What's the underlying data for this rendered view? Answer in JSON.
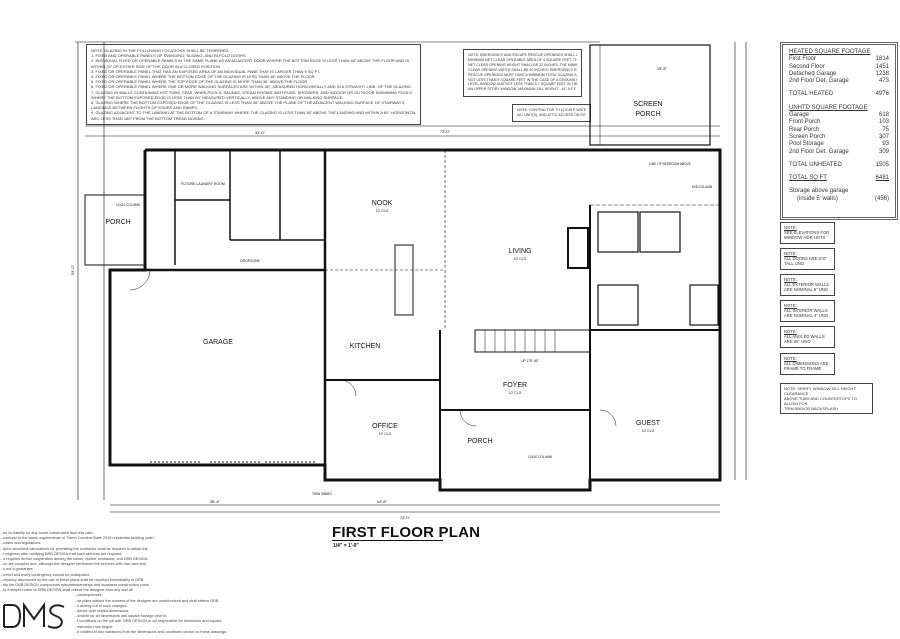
{
  "notes": {
    "glazing": [
      "NOTE: GLAZING IN THE FOLLOWING LOCATIONS SHALL BE TEMPERED:",
      "1.   FIXED AND OPERABLE PANELS OF SWINGING, SLIDING, AND BI-FOLD DOORS",
      "2.   INDIVIDUAL FIXED OR OPERABLE PANELS IN THE SAME PLANE AS AN ADJACENT DOOR WHERE THE BOTTOM EDGE IS LESS THAN 60\" ABOVE THE FLOOR AND IS",
      "      WITHIN 24\" OF EITHER SIDE OF THE DOOR IN A CLOSED POSITION",
      "3.   FIXED OR OPERABLE PANEL THAT HAS AN EXPOSED AREA OF AN INDIVIDUAL PANE THAT IS LARGER THAN 9 SQ FT.",
      "4.   FIXED OR OPERABLE PANEL WHERE THE BOTTOM EDGE OF THE GLAZING IS LESS THAN 18\" ABOVE THE FLOOR.",
      "5.   FIXED OR OPERABLE PANEL WHERE THE TOP EDGE OF THE GLAZING IS MORE THAN 36\" ABOVE THE FLOOR.",
      "6.   FIXED OR OPERABLE PANEL WHERE ONE OR MORE WALKING SURFACES ARE WITHIN 36\", MEASURED HORIZONTALLY AND IN A STRAIGHT LINE, OF THE GLAZING.",
      "7.   GLAZING IN WALLS CONTAINING HOT TUBS, SPAS, WHIRLPOOLS, SAUNAS, STEAM ROOMS, BATHTUBS, SHOWERS, AND INDOOR OR OUTDOOR SWIMMING POOLS",
      "      WHERE THE BOTTOM EXPOSED EDGE IS LESS THAN 60\" MEASURED VERTICALLY, ABOVE ANY STANDING OR WALKING SURFACE.",
      "8.   GLAZING WHERE THE BOTTOM EXPOSED EDGE OF THE GLAZING IS LESS THAN 36\" ABOVE THE PLANE OF THE ADJACENT WALKING SURFACE OF STAIRWAYS,",
      "      LANDINGS BETWEEN FLIGHTS OF STAIRS AND RAMPS",
      "9.   GLAZING ADJACENT TO THE LANDING AT THE BOTTOM OF A STAIRWAY WHERE THE GLAZING IS LESS THAN 36\" ABOVE THE LANDING AND WITHIN A 60\" HORIZONTAL",
      "      ARC LESS THAN 180° FROM THE BOTTOM TREAD NOSING."
    ],
    "egress": [
      "NOTE: EMERGENCY AND ESCAPE RESCUE OPENINGS SHALL HAVE A",
      "MINIMUM NET CLEAR OPERABLE AREA OF 4 SQUARE FEET. THE MINIMUM",
      "NET CLEAR OPENING HEIGHT SHALL BE 22 INCHES. THE MINIMUM NET",
      "CLEAR OPENING WIDTH SHALL BE 20 INCHES. EMERGENCY ESCAPE AND",
      "RESCUE OPENINGS MUST HAVE A MINIMUM TOTAL GLAZING AREA OF",
      "NOT LESS THAN 5 SQUARE FEET IN THE CASE OF A GROUND FLOOR",
      "LEVEL WINDOW AND NOT LESS THAN 5.7 SQUARE FEET IN THE CASE OF",
      "AN UPPER STORY WINDOW.  MAXIMUM SILL HEIGHT - 44\" A.F.F."
    ],
    "contractor": [
      "NOTE: CONTRACTOR TO LOCATE WATER HEATER,",
      "A/C UNIT(S), AND ATTIC ACCESS ON SITE."
    ]
  },
  "square_footage": {
    "heated_title": "HEATED SQUARE FOOTAGE",
    "heated": [
      {
        "label": "First Floor",
        "value": "1814"
      },
      {
        "label": "Second Floor",
        "value": "1451"
      },
      {
        "label": "Detached Garage",
        "value": "1238"
      },
      {
        "label": "2nd Floor Det. Garage",
        "value": "473"
      }
    ],
    "total_heated": {
      "label": "TOTAL HEATED",
      "value": "4976"
    },
    "unheated_title": "UNHTD  SQUARE  FOOTAGE",
    "unheated": [
      {
        "label": "Garage",
        "value": "618"
      },
      {
        "label": "Front Porch",
        "value": "103"
      },
      {
        "label": "Rear Porch",
        "value": "75"
      },
      {
        "label": "Screen Porch",
        "value": "307"
      },
      {
        "label": "Pool Storage",
        "value": "93"
      },
      {
        "label": "2nd Floor Det. Garage",
        "value": "309"
      }
    ],
    "total_unheated": {
      "label": "TOTAL UNHEATED",
      "value": "1505"
    },
    "total_sqft": {
      "label": "TOTAL SQ FT",
      "value": "6481"
    },
    "storage": {
      "label1": "Storage above garage",
      "label2": "(inside 5' walls)",
      "value": "(456)"
    }
  },
  "side_notes": [
    {
      "title": "NOTE:",
      "text": [
        "SEE ELEVATIONS FOR",
        "WINDOW HDR HGTS"
      ]
    },
    {
      "title": "NOTE:",
      "text": [
        "ALL DOORS ARE 8'-0\"",
        "TALL UNO"
      ]
    },
    {
      "title": "NOTE:",
      "text": [
        "ALL EXTERIOR WALLS",
        "ARE NOMINAL 6\" UNO"
      ]
    },
    {
      "title": "NOTE:",
      "text": [
        "ALL INTERIOR WALLS",
        "ARE NOMINAL 4\" UNO"
      ]
    },
    {
      "title": "NOTE:",
      "text": [
        "ALL ANGLED WALLS",
        "ARE 45° UNO"
      ]
    },
    {
      "title": "NOTE:",
      "text": [
        "ALL DIMENSIONS ARE",
        "FRAME TO FRAME"
      ]
    }
  ],
  "window_note": [
    "NOTE: VERIFY WINDOW SILL HEIGHT CLEARANCE",
    "ABOVE TUBS AND COUNTERTOPS TO ALLOW FOR",
    "TRIM AND/OR BACKSPLASH"
  ],
  "rooms": {
    "porch_left": "PORCH",
    "garage": "GARAGE",
    "nook": "NOOK",
    "living": "LIVING",
    "kitchen": "KITCHEN",
    "office": "OFFICE",
    "foyer": "FOYER",
    "porch_front": "PORCH",
    "guest": "GUEST",
    "screen_porch_1": "SCREEN",
    "screen_porch_2": "PORCH",
    "future_laundry": "FUTURE LAUNDRY ROOM",
    "dropzone": "DROPZONE",
    "ceiling": "10' CLG",
    "column_left": "10X10 COLUMN",
    "column_front": "10X10 COLUMN",
    "column_right": "5X5 COLUMN",
    "line_bedroom": "LINE OF BEDROOM ABOVE",
    "twin_window": "TWIN 3056E2",
    "up_stairs": "UP 17R 16T"
  },
  "dimensions": {
    "overall_top": "73'-0\"",
    "overall_bottom": "73'-0\"",
    "top_left": "32'-0\"",
    "bottom_left": "38'-4\"",
    "bottom_right": "14'-8\"",
    "overall_depth": "53'-0\"",
    "screen_depth": "15'-8\""
  },
  "title": {
    "main": "FIRST FLOOR PLAN",
    "scale": "1/4\" = 1'-0\""
  },
  "disclaimer": [
    "...es no liability for any home constructed from this plan.",
    "...conform to the latest requirements of \"North Carolina State 2018 residential building code\",",
    "...codes and regulations.",
    "...quire structural calculations for permitting the contractor shall be required to obtain the",
    "...l engineer after notifying DRB DESIGN that such services are required.",
    "...n requires further cooperation among the owner, his/her contractor, and DRB DESIGN.",
    "...on are complex and, although the designer performed the services with due care and",
    "...s not a guarantee.",
    "...erfect and every contingency cannot be anticipated.",
    "...repancy discovered by the use of these plans shall be reported immediately to DRB",
    "...tify the DRB DESIGN compounds misunderstandings and increases construction costs.",
    "...fy a simple notice to DRB DESIGN shall relieve the designer from any and all",
    "...consequences.",
    "...se plans without the consent of the designer are unauthorized and shall relieve DRB",
    "...s arising out of such changes.",
    "...dence over scaled dimensions.",
    "...onsible for all dimensions and square footage prior to",
    "...t conditions on the job site. DRB DESIGN is not responsible for dimension and square",
    "...nstruction has begun.",
    "...e notified of any variations from the dimensions and conditions shown on these drawings."
  ],
  "logo": "DMS",
  "colors": {
    "line": "#111111",
    "text": "#333333",
    "background": "#ffffff"
  }
}
